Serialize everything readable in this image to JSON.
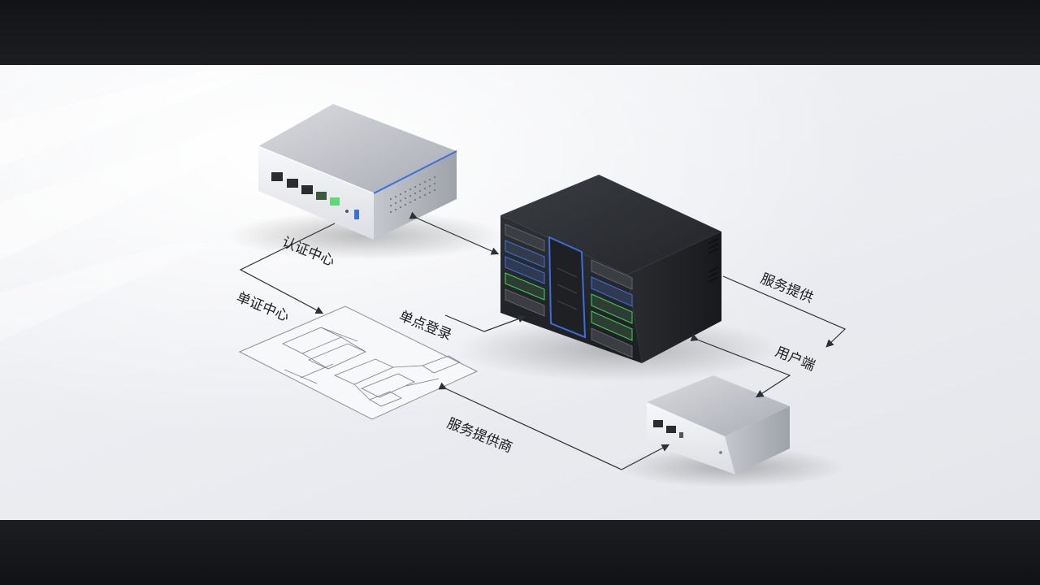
{
  "labels": {
    "auth_center": "认证中心",
    "cert_center": "单证中心",
    "single_sign_on": "单点登录",
    "service_provide": "服务提供",
    "client": "用户端",
    "service_provider": "服务提供商"
  },
  "colors": {
    "accent_blue": "#3b6fe0",
    "server_body": "#2b2d31",
    "drive_green": "#3fd25a",
    "line": "#2c2f35"
  }
}
